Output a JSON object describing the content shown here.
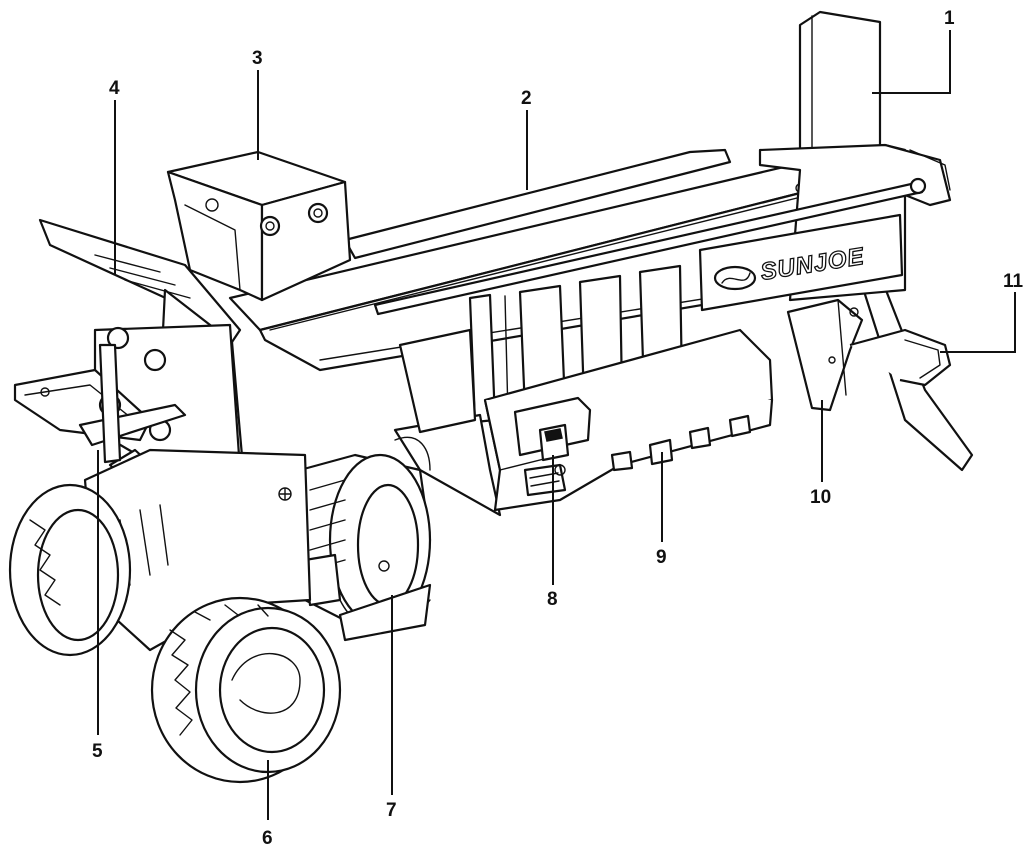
{
  "brand": {
    "name": "SUNJOE"
  },
  "callouts": [
    {
      "id": "1",
      "label": "1"
    },
    {
      "id": "2",
      "label": "2"
    },
    {
      "id": "3",
      "label": "3"
    },
    {
      "id": "4",
      "label": "4"
    },
    {
      "id": "5",
      "label": "5"
    },
    {
      "id": "6",
      "label": "6"
    },
    {
      "id": "7",
      "label": "7"
    },
    {
      "id": "8",
      "label": "8"
    },
    {
      "id": "9",
      "label": "9"
    },
    {
      "id": "10",
      "label": "10"
    },
    {
      "id": "11",
      "label": "11"
    }
  ]
}
